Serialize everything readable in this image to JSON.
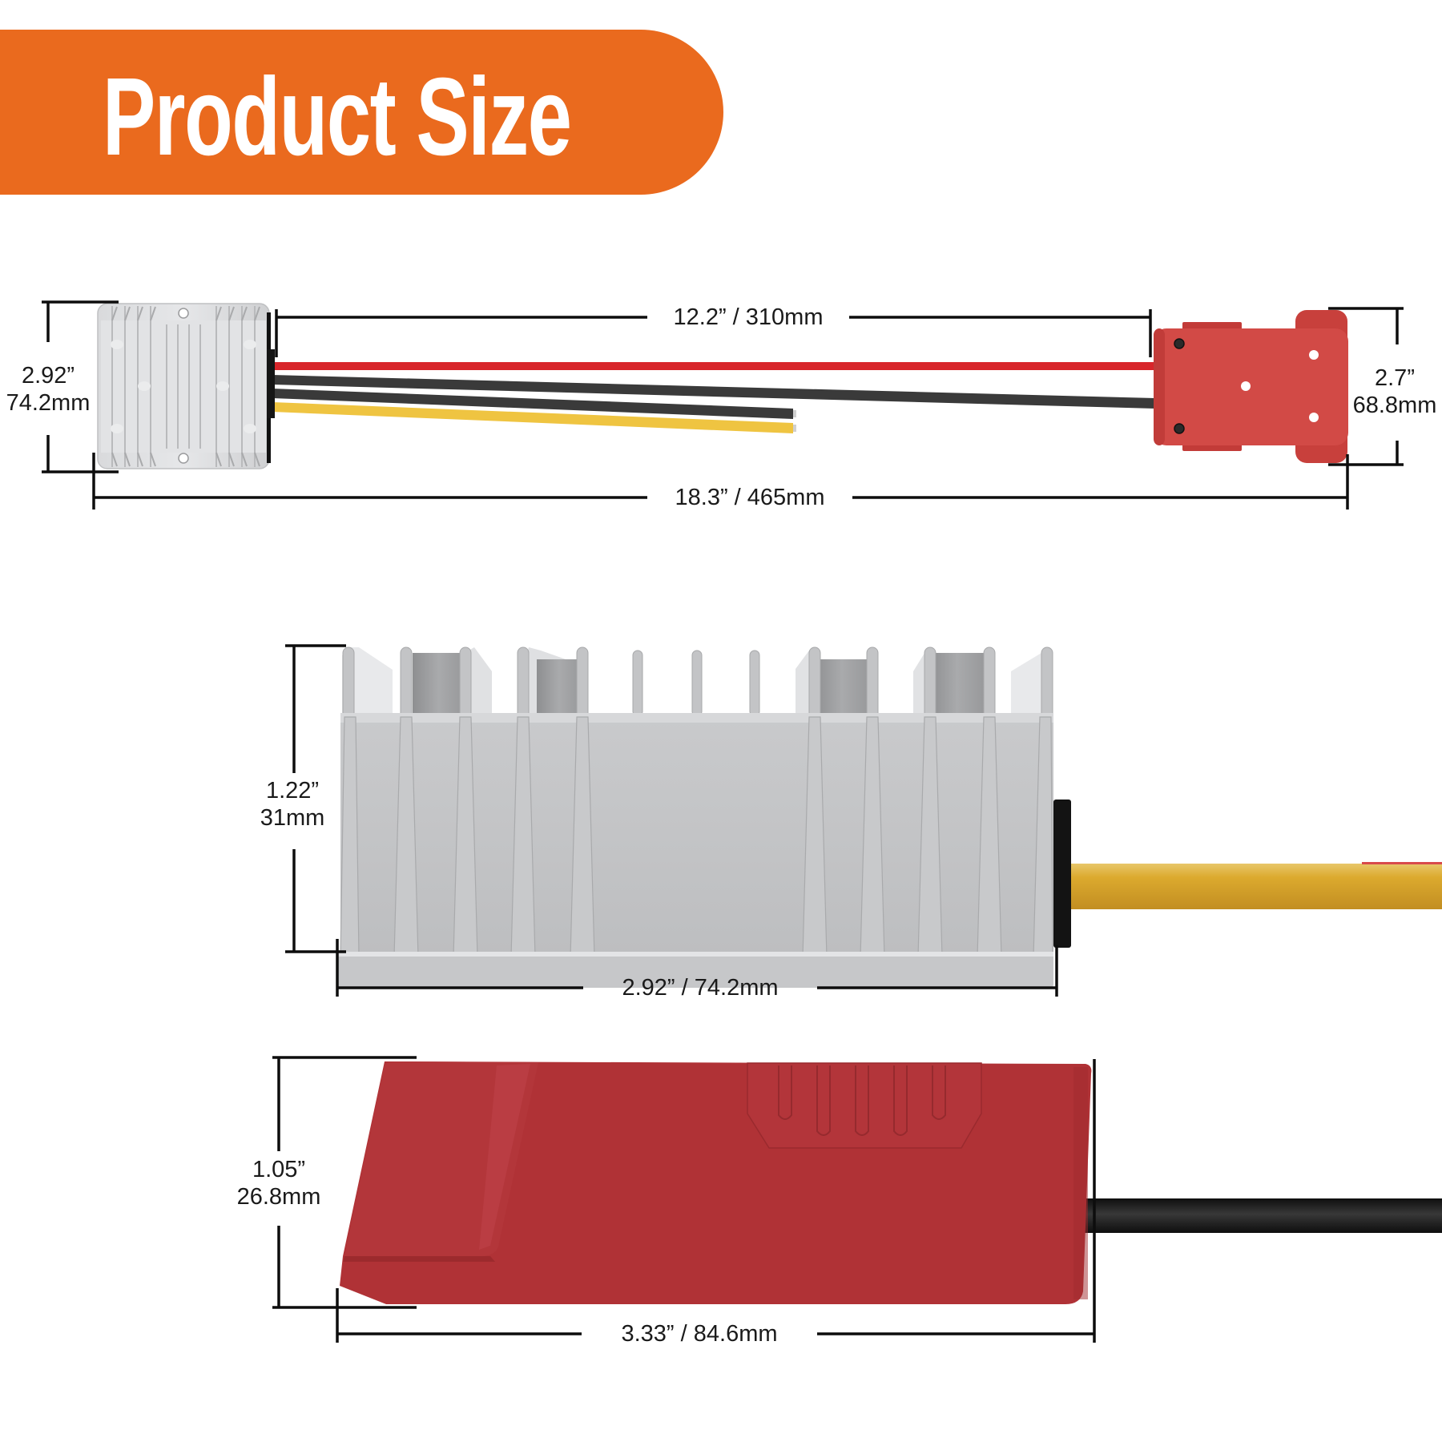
{
  "banner": {
    "title": "Product Size",
    "color": "#ea6a1e"
  },
  "top_view": {
    "converter_height": {
      "inch": "2.92”",
      "mm": "74.2mm"
    },
    "cable_length": "12.2” / 310mm",
    "total_length": "18.3” / 465mm",
    "adapter_height": {
      "inch": "2.7”",
      "mm": "68.8mm"
    },
    "wire_colors": [
      "#d8262b",
      "#3a3a3a",
      "#3a3a3a",
      "#f0c53c"
    ]
  },
  "converter_side_view": {
    "height": {
      "inch": "1.22”",
      "mm": "31mm"
    },
    "width": "2.92” / 74.2mm",
    "cable_color": "#d4a02a"
  },
  "adapter_side_view": {
    "height": {
      "inch": "1.05”",
      "mm": "26.8mm"
    },
    "width": "3.33” / 84.6mm",
    "body_color": "#b03236",
    "cable_color": "#1c1c1c"
  }
}
